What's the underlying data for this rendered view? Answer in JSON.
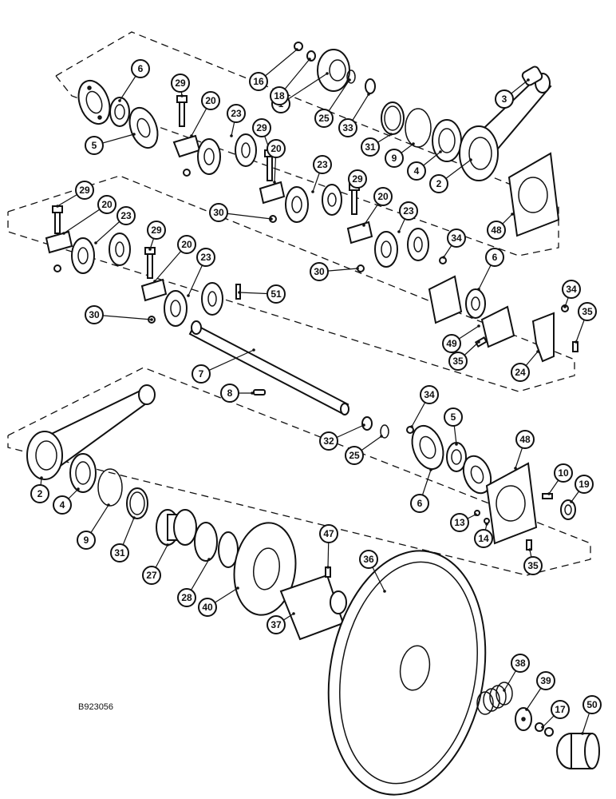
{
  "figure_id": "B923056",
  "callouts": [
    {
      "num": "1"
    },
    {
      "num": "2"
    },
    {
      "num": "2"
    },
    {
      "num": "3"
    },
    {
      "num": "4"
    },
    {
      "num": "4"
    },
    {
      "num": "5"
    },
    {
      "num": "5"
    },
    {
      "num": "6"
    },
    {
      "num": "6"
    },
    {
      "num": "6"
    },
    {
      "num": "7"
    },
    {
      "num": "8"
    },
    {
      "num": "9"
    },
    {
      "num": "9"
    },
    {
      "num": "10"
    },
    {
      "num": "13"
    },
    {
      "num": "14"
    },
    {
      "num": "16"
    },
    {
      "num": "17"
    },
    {
      "num": "18"
    },
    {
      "num": "19"
    },
    {
      "num": "20"
    },
    {
      "num": "20"
    },
    {
      "num": "20"
    },
    {
      "num": "20"
    },
    {
      "num": "20"
    },
    {
      "num": "23"
    },
    {
      "num": "23"
    },
    {
      "num": "23"
    },
    {
      "num": "23"
    },
    {
      "num": "23"
    },
    {
      "num": "24"
    },
    {
      "num": "25"
    },
    {
      "num": "25"
    },
    {
      "num": "27"
    },
    {
      "num": "28"
    },
    {
      "num": "29"
    },
    {
      "num": "29"
    },
    {
      "num": "29"
    },
    {
      "num": "29"
    },
    {
      "num": "29"
    },
    {
      "num": "30"
    },
    {
      "num": "30"
    },
    {
      "num": "30"
    },
    {
      "num": "31"
    },
    {
      "num": "31"
    },
    {
      "num": "32"
    },
    {
      "num": "33"
    },
    {
      "num": "34"
    },
    {
      "num": "34"
    },
    {
      "num": "34"
    },
    {
      "num": "35"
    },
    {
      "num": "35"
    },
    {
      "num": "35"
    },
    {
      "num": "36"
    },
    {
      "num": "37"
    },
    {
      "num": "38"
    },
    {
      "num": "39"
    },
    {
      "num": "40"
    },
    {
      "num": "47"
    },
    {
      "num": "48"
    },
    {
      "num": "48"
    },
    {
      "num": "49"
    },
    {
      "num": "50"
    },
    {
      "num": "51"
    }
  ]
}
